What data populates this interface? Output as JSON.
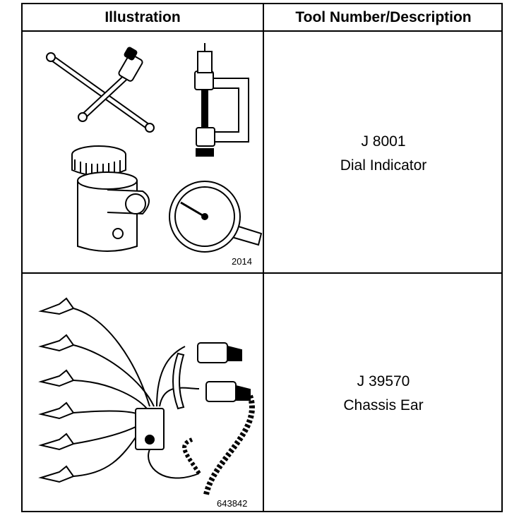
{
  "table": {
    "headers": [
      "Illustration",
      "Tool Number/Description"
    ],
    "rows": [
      {
        "tool_number": "J 8001",
        "description": "Dial Indicator",
        "figure_id": "2014"
      },
      {
        "tool_number": "J 39570",
        "description": "Chassis Ear",
        "figure_id": "643842"
      }
    ]
  }
}
